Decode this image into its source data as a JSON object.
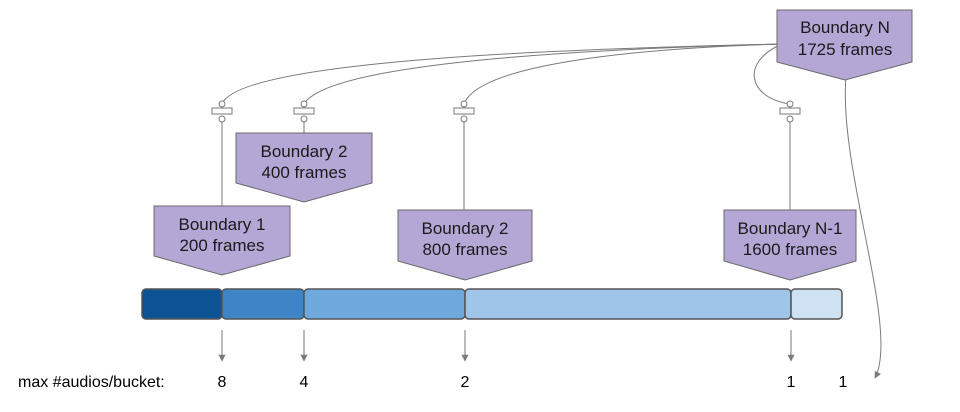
{
  "colors": {
    "callout_fill": "#b4a7d6",
    "callout_stroke": "#6a6a6a",
    "connector": "#7a7a7a",
    "segment_stroke": "#555555",
    "segment_fills": [
      "#0b5394",
      "#3d85c6",
      "#6fa8dc",
      "#9fc5e8",
      "#cfe2f3"
    ]
  },
  "callouts": [
    {
      "id": "boundary-1",
      "line1": "Boundary 1",
      "line2": "200 frames"
    },
    {
      "id": "boundary-2a",
      "line1": "Boundary 2",
      "line2": "400 frames"
    },
    {
      "id": "boundary-2b",
      "line1": "Boundary 2",
      "line2": "800 frames"
    },
    {
      "id": "boundary-n-1",
      "line1": "Boundary N-1",
      "line2": "1600 frames"
    },
    {
      "id": "boundary-n",
      "line1": "Boundary N",
      "line2": "1725 frames"
    }
  ],
  "bucket_row": {
    "label": "max #audios/bucket:",
    "values": [
      "8",
      "4",
      "2",
      "1",
      "1"
    ]
  }
}
